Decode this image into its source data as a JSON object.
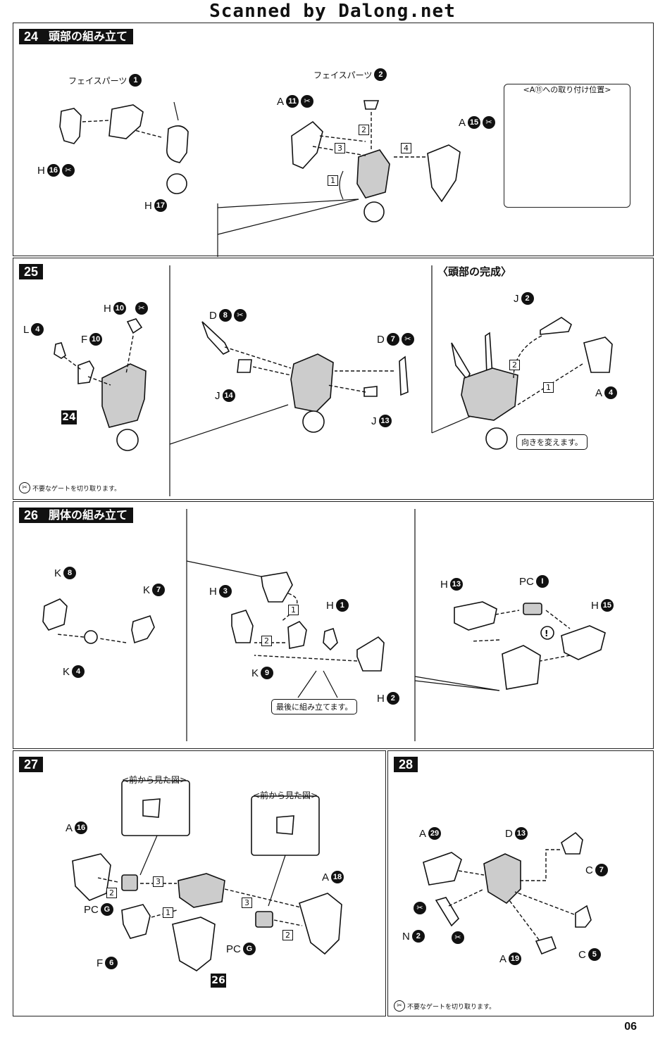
{
  "watermark": "Scanned by Dalong.net",
  "page_number": "06",
  "step24": {
    "number": "24",
    "title": "頭部の組み立て",
    "face_part_1": "フェイスパーツ",
    "face_part_1_num": "1",
    "face_part_2": "フェイスパーツ",
    "face_part_2_num": "2",
    "labels": [
      {
        "letter": "H",
        "num": "16"
      },
      {
        "letter": "H",
        "num": "17"
      },
      {
        "letter": "A",
        "num": "11"
      },
      {
        "letter": "A",
        "num": "15"
      }
    ],
    "seq": [
      "1",
      "2",
      "3",
      "4"
    ],
    "inset_title": "<A⑪への取り付け位置>"
  },
  "step25": {
    "number": "25",
    "section_title": "〈頭部の完成〉",
    "labels": [
      {
        "letter": "H",
        "num": "10"
      },
      {
        "letter": "L",
        "num": "4"
      },
      {
        "letter": "F",
        "num": "10"
      },
      {
        "letter": "D",
        "num": "8"
      },
      {
        "letter": "J",
        "num": "14"
      },
      {
        "letter": "D",
        "num": "7"
      },
      {
        "letter": "J",
        "num": "13"
      },
      {
        "letter": "J",
        "num": "2"
      },
      {
        "letter": "A",
        "num": "4"
      }
    ],
    "ref_step": "24",
    "seq": [
      "1",
      "2"
    ],
    "callout": "向きを変えます。",
    "note": "不要なゲートを切り取ります。"
  },
  "step26": {
    "number": "26",
    "title": "胴体の組み立て",
    "labels": [
      {
        "letter": "K",
        "num": "8"
      },
      {
        "letter": "K",
        "num": "7"
      },
      {
        "letter": "K",
        "num": "4"
      },
      {
        "letter": "H",
        "num": "3"
      },
      {
        "letter": "H",
        "num": "1"
      },
      {
        "letter": "K",
        "num": "9"
      },
      {
        "letter": "H",
        "num": "2"
      },
      {
        "letter": "H",
        "num": "13"
      },
      {
        "letter": "PC",
        "num": "I"
      },
      {
        "letter": "H",
        "num": "15"
      }
    ],
    "seq": [
      "1",
      "2"
    ],
    "callout": "最後に組み立てます。"
  },
  "step27": {
    "number": "27",
    "inset_title_1": "<前から見た図>",
    "inset_title_2": "<前から見た図>",
    "labels": [
      {
        "letter": "A",
        "num": "16"
      },
      {
        "letter": "PC",
        "num": "G"
      },
      {
        "letter": "F",
        "num": "6"
      },
      {
        "letter": "A",
        "num": "18"
      },
      {
        "letter": "PC",
        "num": "G"
      }
    ],
    "ref_step": "26",
    "seq": [
      "1",
      "2",
      "3",
      "2",
      "3"
    ]
  },
  "step28": {
    "number": "28",
    "labels": [
      {
        "letter": "A",
        "num": "29"
      },
      {
        "letter": "D",
        "num": "13"
      },
      {
        "letter": "C",
        "num": "7"
      },
      {
        "letter": "N",
        "num": "2"
      },
      {
        "letter": "A",
        "num": "19"
      },
      {
        "letter": "C",
        "num": "5"
      }
    ],
    "note": "不要なゲートを切り取ります。"
  }
}
